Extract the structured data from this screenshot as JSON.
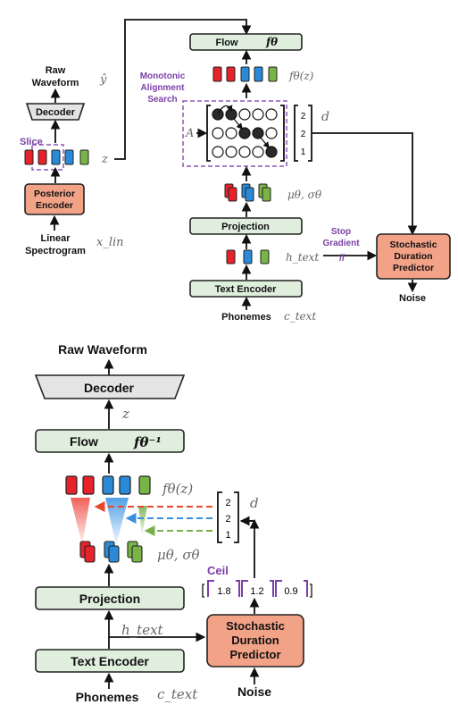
{
  "top": {
    "raw_waveform_line1": "Raw",
    "raw_waveform_line2": "Waveform",
    "y_hat": "ŷ",
    "decoder": "Decoder",
    "slice": "Slice",
    "z": "z",
    "posterior_encoder_line1": "Posterior",
    "posterior_encoder_line2": "Encoder",
    "linear_spectrogram_line1": "Linear",
    "linear_spectrogram_line2": "Spectrogram",
    "x_lin": "x_lin",
    "flow": "Flow",
    "f_theta": "fθ",
    "f_theta_z": "fθ(z)",
    "mas_line1": "Monotonic",
    "mas_line2": "Alignment",
    "mas_line3": "Search",
    "A": "A",
    "d": "d",
    "d_values": [
      "2",
      "2",
      "1"
    ],
    "mu_sigma": "μθ, σθ",
    "projection": "Projection",
    "h_text": "h_text",
    "stop_gradient_line1": "Stop",
    "stop_gradient_line2": "Gradient",
    "stop_mark": "//",
    "sdp_line1": "Stochastic",
    "sdp_line2": "Duration",
    "sdp_line3": "Predictor",
    "noise": "Noise",
    "text_encoder": "Text Encoder",
    "phonemes": "Phonemes",
    "c_text": "c_text"
  },
  "bottom": {
    "raw_waveform": "Raw Waveform",
    "decoder": "Decoder",
    "z": "z",
    "flow": "Flow",
    "f_theta_inv": "fθ⁻¹",
    "f_theta_z": "fθ(z)",
    "d": "d",
    "d_values": [
      "2",
      "2",
      "1"
    ],
    "mu_sigma": "μθ, σθ",
    "ceil": "Ceil",
    "durations": [
      "1.8",
      "1.2",
      "0.9"
    ],
    "projection": "Projection",
    "h_text": "h_text",
    "sdp_line1": "Stochastic",
    "sdp_line2": "Duration",
    "sdp_line3": "Predictor",
    "text_encoder": "Text Encoder",
    "phonemes": "Phonemes",
    "c_text": "c_text",
    "noise": "Noise"
  },
  "colors": {
    "red": "#e8222a",
    "blue": "#2a8ad8",
    "green": "#78b446",
    "green_box": "#dfeedd",
    "orange_box": "#f2a287",
    "purple": "#7b3fa6",
    "decoder_gray": "#e4e4e4"
  }
}
